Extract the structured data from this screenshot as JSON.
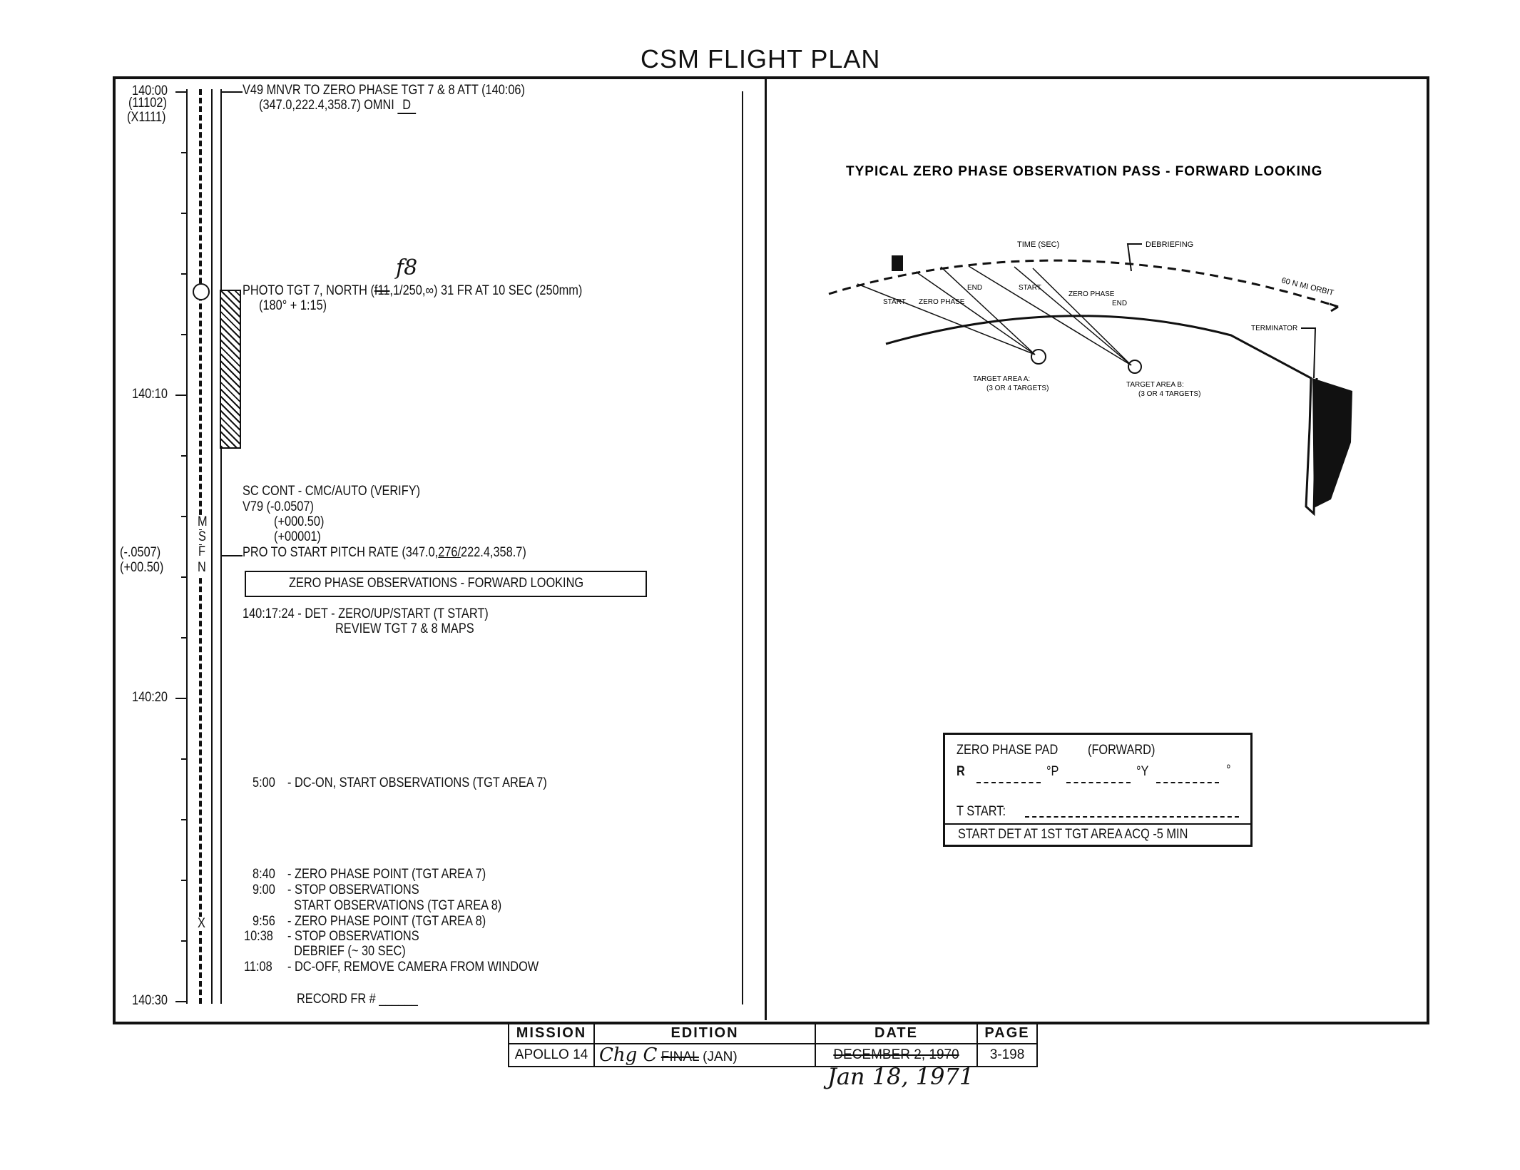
{
  "page_title": "CSM FLIGHT PLAN",
  "timeline": {
    "labels": [
      {
        "text": "140:00",
        "minute": 0
      },
      {
        "text": "140:10",
        "minute": 10
      },
      {
        "text": "140:20",
        "minute": 20
      },
      {
        "text": "140:30",
        "minute": 30
      }
    ],
    "rev_labels": [
      "(11102)",
      "(X1111)"
    ],
    "side_values": [
      "(-.0507)",
      "(+00.50)"
    ],
    "station_letters": [
      "M",
      "S",
      "F",
      "N"
    ],
    "station_end": "X"
  },
  "entries": {
    "v49": "V49 MNVR TO ZERO PHASE TGT 7 & 8 ATT (140:06)",
    "v49_att": "(347.0,222.4,358.7) OMNI ",
    "omni_value": "D",
    "photo_prefix": "PHOTO TGT 7, NORTH (",
    "photo_struck": "f11",
    "photo_suffix": ",1/250,∞) 31 FR AT 10 SEC (250mm)",
    "photo_handwritten": "f8",
    "photo_sub": "(180° + 1:15)",
    "sc_cont": "SC CONT - CMC/AUTO (VERIFY)",
    "v79_1": "V79 (-0.0507)",
    "v79_2": "(+000.50)",
    "v79_3": "(+00001)",
    "pro_prefix": "PRO TO START PITCH RATE (347.0,",
    "pro_underlined": "276/",
    "pro_suffix": "222.4,358.7)",
    "section_box": "ZERO PHASE OBSERVATIONS - FORWARD LOOKING",
    "det_1": "140:17:24 - DET - ZERO/UP/START (T START)",
    "det_2": "REVIEW TGT 7 & 8 MAPS",
    "obs": [
      {
        "time": "5:00",
        "text": "- DC-ON, START OBSERVATIONS (TGT AREA 7)"
      },
      {
        "time": "8:40",
        "text": "- ZERO PHASE POINT (TGT AREA 7)"
      },
      {
        "time": "9:00",
        "text": "- STOP OBSERVATIONS"
      },
      {
        "time": "",
        "text": "  START OBSERVATIONS (TGT AREA 8)"
      },
      {
        "time": "9:56",
        "text": "- ZERO PHASE POINT (TGT AREA 8)"
      },
      {
        "time": "10:38",
        "text": "- STOP OBSERVATIONS"
      },
      {
        "time": "",
        "text": "  DEBRIEF (~ 30 SEC)"
      },
      {
        "time": "11:08",
        "text": "- DC-OFF, REMOVE CAMERA FROM WINDOW"
      }
    ],
    "record": "RECORD FR # ______"
  },
  "diagram": {
    "title": "TYPICAL ZERO PHASE OBSERVATION PASS - FORWARD LOOKING",
    "time_label": "TIME (SEC)",
    "debriefing": "DEBRIEFING",
    "orbit": "60 N MI ORBIT",
    "terminator": "TERMINATOR",
    "a_start": "START",
    "a_zero": "ZERO PHASE",
    "a_end": "END",
    "b_start": "START",
    "b_zero": "ZERO PHASE",
    "b_end": "END",
    "target_a": "TARGET AREA A:",
    "target_a_sub": "(3 OR 4 TARGETS)",
    "target_b": "TARGET AREA B:",
    "target_b_sub": "(3 OR 4 TARGETS)"
  },
  "pad": {
    "title": "ZERO PHASE PAD",
    "subtitle": "(FORWARD)",
    "r_label": "R",
    "p_label": "°P",
    "y_label": "°Y",
    "deg": "°",
    "t_start": "T START:",
    "note": "START DET AT 1ST TGT AREA ACQ -5 MIN"
  },
  "footer": {
    "headers": [
      "MISSION",
      "EDITION",
      "DATE",
      "PAGE"
    ],
    "mission": "APOLLO 14",
    "edition_hand": "Chg C",
    "edition_struck": "FINAL",
    "edition_rest": " (JAN)",
    "date_struck": "DECEMBER 2, 1970",
    "date_hand": "Jan 18, 1971",
    "page": "3-198"
  }
}
